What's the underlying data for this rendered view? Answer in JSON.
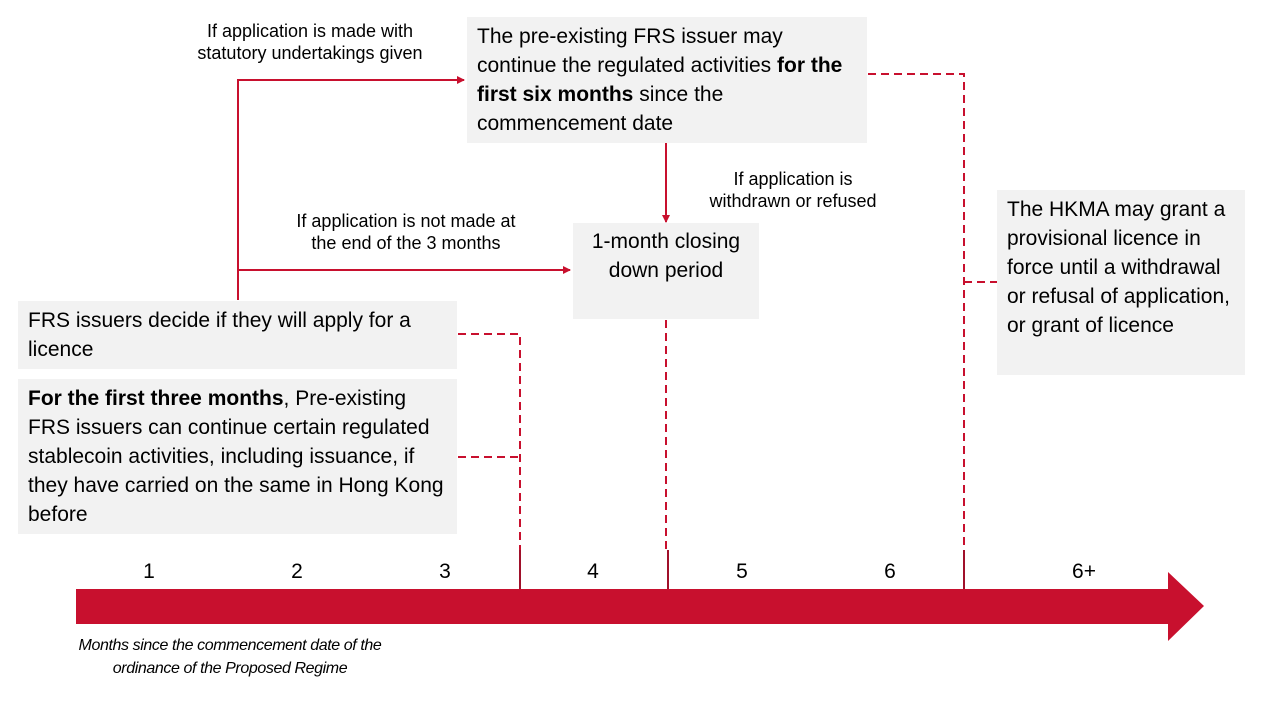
{
  "colors": {
    "accent": "#c8102e",
    "box_bg": "#f2f2f2",
    "text": "#000000"
  },
  "boxes": {
    "six_months": {
      "pre": "The pre-existing FRS issuer may continue the regulated activities ",
      "bold": "for the first six months",
      "post": " since the commencement date"
    },
    "closing": {
      "text": "1-month closing down period"
    },
    "hkma": {
      "text": "The HKMA may grant a provisional licence in force until a withdrawal or refusal of application, or grant of licence"
    },
    "decide": {
      "text": "FRS issuers decide if they will apply for a licence"
    },
    "three_months": {
      "bold": "For the first three months",
      "post": ", Pre-existing FRS issuers can continue certain regulated stablecoin activities, including issuance, if they have carried on the same in Hong Kong before"
    }
  },
  "labels": {
    "made_line1": "If application is made with",
    "made_line2": "statutory undertakings given",
    "not_made_line1": "If application is not made at",
    "not_made_line2": "the end of the 3 months",
    "withdrawn_line1": "If application is",
    "withdrawn_line2": "withdrawn or refused"
  },
  "timeline": {
    "ticks": [
      "1",
      "2",
      "3",
      "4",
      "5",
      "6",
      "6+"
    ],
    "caption_line1": "Months since the commencement date of the",
    "caption_line2": "ordinance of the Proposed Regime"
  }
}
